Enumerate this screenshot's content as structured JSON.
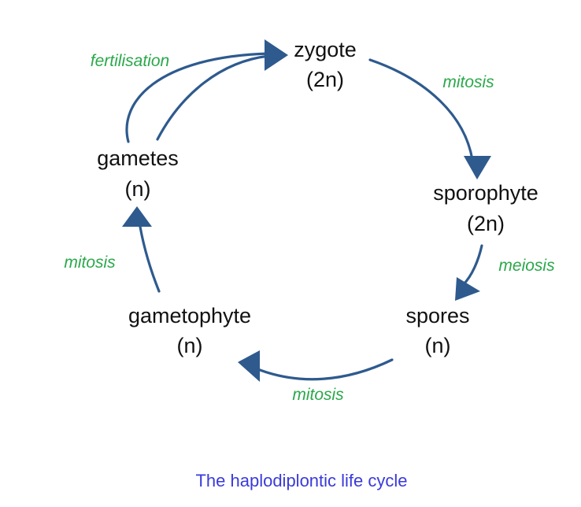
{
  "colors": {
    "arrow": "#2e5a8e",
    "process_label": "#2aa84a",
    "caption": "#3a3adb",
    "node_text": "#111111"
  },
  "nodes": {
    "zygote": {
      "name": "zygote",
      "ploidy": "(2n)"
    },
    "sporophyte": {
      "name": "sporophyte",
      "ploidy": "(2n)"
    },
    "spores": {
      "name": "spores",
      "ploidy": "(n)"
    },
    "gametophyte": {
      "name": "gametophyte",
      "ploidy": "(n)"
    },
    "gametes": {
      "name": "gametes",
      "ploidy": "(n)"
    }
  },
  "processes": {
    "fertilisation": "fertilisation",
    "zygote_to_sporophyte": "mitosis",
    "sporophyte_to_spores": "meiosis",
    "spores_to_gametophyte": "mitosis",
    "gametophyte_to_gametes": "mitosis"
  },
  "caption": "The haplodiplontic life cycle"
}
